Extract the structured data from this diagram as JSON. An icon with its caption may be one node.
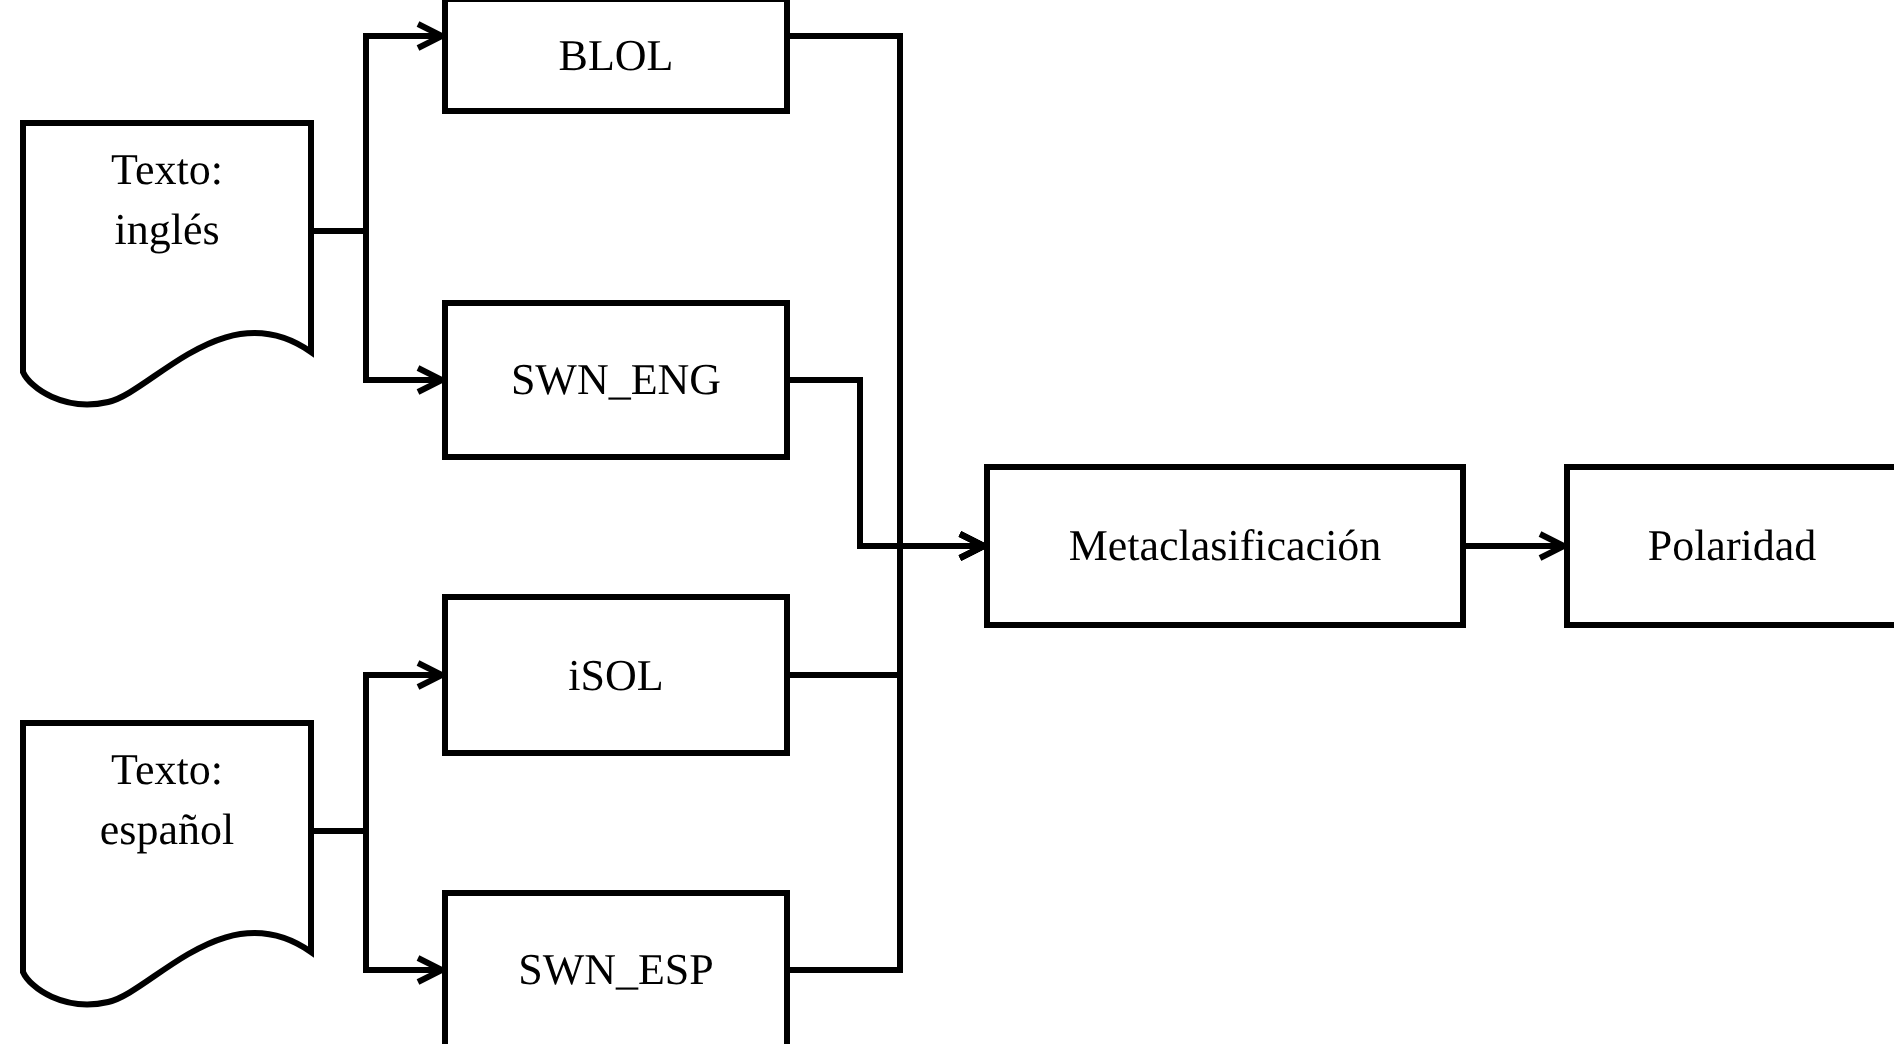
{
  "diagram": {
    "nodes": [
      {
        "text": [
          "Texto: inglés"
        ]
      },
      {
        "text": [
          "BLOL"
        ]
      },
      {
        "text": [
          "SWN_ENG"
        ]
      },
      {
        "text": [
          "iSOL"
        ]
      },
      {
        "text": [
          "SWN_ESP"
        ]
      },
      {
        "text": [
          "Texto: español"
        ]
      },
      {
        "text": [
          "Metaclasificación"
        ]
      },
      {
        "text": [
          "Polaridad"
        ]
      }
    ],
    "edges": [
      {
        "from": 0,
        "to": 1,
        "arrow": "to"
      },
      {
        "from": 0,
        "to": 2,
        "arrow": "to"
      },
      {
        "from": 5,
        "to": 3,
        "arrow": "to"
      },
      {
        "from": 5,
        "to": 4,
        "arrow": "to"
      },
      {
        "from": 1,
        "to": 6,
        "arrow": "to"
      },
      {
        "from": 2,
        "to": 6,
        "arrow": "to"
      },
      {
        "from": 3,
        "to": 6,
        "arrow": "to"
      },
      {
        "from": 4,
        "to": 6,
        "arrow": "to"
      },
      {
        "from": 6,
        "to": 7,
        "arrow": "to"
      }
    ]
  }
}
